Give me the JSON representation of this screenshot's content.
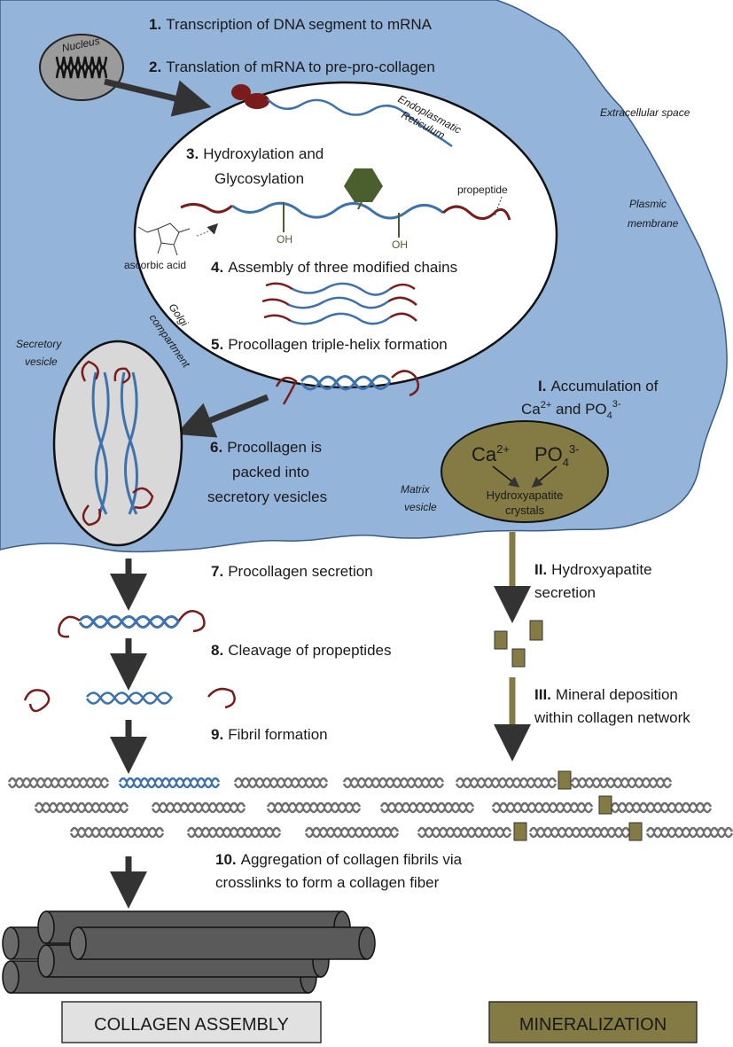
{
  "steps": {
    "s1": {
      "num": "1.",
      "text": "Transcription of DNA segment to mRNA"
    },
    "s2": {
      "num": "2.",
      "text": "Translation of mRNA to pre-pro-collagen"
    },
    "s3": {
      "num": "3.",
      "line1": "Hydroxylation and",
      "line2": "Glycosylation"
    },
    "s4": {
      "num": "4.",
      "text": "Assembly of three modified chains"
    },
    "s5": {
      "num": "5.",
      "text": "Procollagen triple-helix formation"
    },
    "s6": {
      "num": "6.",
      "line1": "Procollagen is",
      "line2": "packed into",
      "line3": "secretory vesicles"
    },
    "s7": {
      "num": "7.",
      "text": "Procollagen secretion"
    },
    "s8": {
      "num": "8.",
      "text": "Cleavage of propeptides"
    },
    "s9": {
      "num": "9.",
      "text": "Fibril formation"
    },
    "s10": {
      "num": "10.",
      "line1": "Aggregation of collagen fibrils via",
      "line2": "crosslinks to form a collagen fiber"
    }
  },
  "mineral_steps": {
    "i": {
      "num": "I.",
      "line1": "Accumulation of",
      "line2_a": "Ca",
      "line2_a_sup": "2+",
      "line2_b": " and PO",
      "line2_b_sub": "4",
      "line2_b_sup": "3-"
    },
    "ii": {
      "num": "II.",
      "line1": "Hydroxyapatite",
      "line2": "secretion"
    },
    "iii": {
      "num": "III.",
      "line1": "Mineral deposition",
      "line2": "within collagen network"
    }
  },
  "labels": {
    "nucleus": "Nucleus",
    "er_line1": "Endoplasmatic",
    "er_line2": "Reticulum",
    "extracellular": "Extracellular space",
    "plasmic_line1": "Plasmic",
    "plasmic_line2": "membrane",
    "propeptide": "propeptide",
    "ascorbic": "ascorbic acid",
    "oh1": "OH",
    "oh2": "OH",
    "golgi_line1": "Golgi",
    "golgi_line2": "compartment",
    "secretory_line1": "Secretory",
    "secretory_line2": "vesicle",
    "matrix_line1": "Matrix",
    "matrix_line2": "vesicle",
    "ca": "Ca",
    "ca_sup": "2+",
    "po": "PO",
    "po_sub": "4",
    "po_sup": "3-",
    "hydroxy_line1": "Hydroxyapatite",
    "hydroxy_line2": "crystals"
  },
  "footer": {
    "left": "COLLAGEN ASSEMBLY",
    "right": "MINERALIZATION"
  },
  "colors": {
    "cell": "#94b4da",
    "cell_stroke": "#3b5c86",
    "helix_blue": "#3e72ad",
    "propeptide_red": "#7b1c1c",
    "gray_fibril": "#6f6f6f",
    "olive": "#837a44",
    "hexagon_green": "#4b5e2d",
    "vesicle_gray": "#d8d8d8",
    "arrow": "#333333",
    "footer_left_bg": "#e1e1e1",
    "footer_right_bg": "#837a44"
  }
}
